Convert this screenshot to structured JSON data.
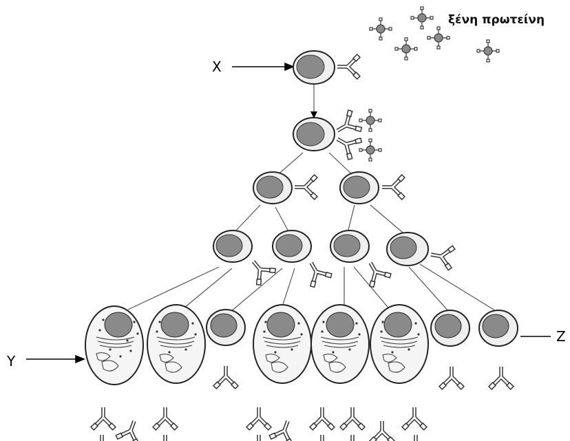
{
  "diagram": {
    "foreign_protein_label": "ξένη πρωτείνη",
    "label_x": "X",
    "label_y": "Y",
    "label_z": "Z"
  },
  "colors": {
    "nucleus": "#8a8a8a",
    "cell_fill": "#efefef",
    "outline": "#222222",
    "line": "#555555"
  }
}
